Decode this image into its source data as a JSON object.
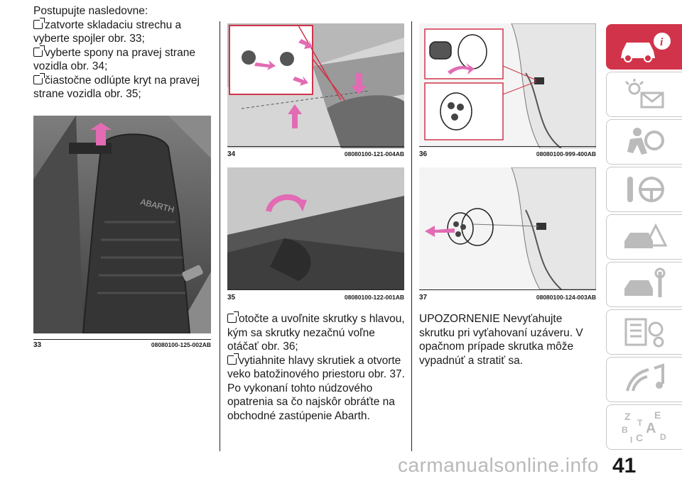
{
  "left_column": {
    "intro": "Postupujte nasledovne:",
    "bullets": [
      "zatvorte skladaciu strechu a vyberte spojler obr. 33;",
      "vyberte spony na pravej strane vozidla obr. 34;",
      "čiastočne odlúpte kryt na pravej strane vozidla obr. 35;"
    ]
  },
  "figures": {
    "fig33": {
      "number": "33",
      "code": "08080100-125-002AB"
    },
    "fig34": {
      "number": "34",
      "code": "08080100-121-004AB"
    },
    "fig35": {
      "number": "35",
      "code": "08080100-122-001AB"
    },
    "fig36": {
      "number": "36",
      "code": "08080100-999-400AB"
    },
    "fig37": {
      "number": "37",
      "code": "08080100-124-003AB"
    }
  },
  "middle_column": {
    "bullets": [
      "otočte a uvoľnite skrutky s hlavou, kým sa skrutky nezačnú voľne otáčať obr. 36;",
      "vytiahnite hlavy skrutiek a otvorte veko batožinového priestoru obr. 37. Po vykonaní tohto núdzového opatrenia sa čo najskôr obráťte na obchodné zastúpenie Abarth."
    ]
  },
  "right_column": {
    "warning": "UPOZORNENIE Nevyťahujte skrutku pri vyťahovaní uzáveru. V opačnom prípade skrutka môže vypadnúť a stratiť sa."
  },
  "photo_text": {
    "seat_logo": "ABARTH"
  },
  "side_tabs": [
    {
      "icon": "car-info-icon",
      "active": true
    },
    {
      "icon": "dashboard-lights-icon",
      "active": false
    },
    {
      "icon": "airbag-safety-icon",
      "active": false
    },
    {
      "icon": "key-steering-icon",
      "active": false
    },
    {
      "icon": "emergency-car-icon",
      "active": false
    },
    {
      "icon": "maintenance-icon",
      "active": false
    },
    {
      "icon": "specs-gear-icon",
      "active": false
    },
    {
      "icon": "multimedia-icon",
      "active": false
    },
    {
      "icon": "index-letters-icon",
      "active": false
    }
  ],
  "index_letters": [
    "Z",
    "E",
    "B",
    "A",
    "C",
    "D",
    "T",
    "I"
  ],
  "page_number": "41",
  "watermark": "carmanualsonline.info",
  "colors": {
    "accent": "#d1344a",
    "arrow": "#e26bb4"
  }
}
